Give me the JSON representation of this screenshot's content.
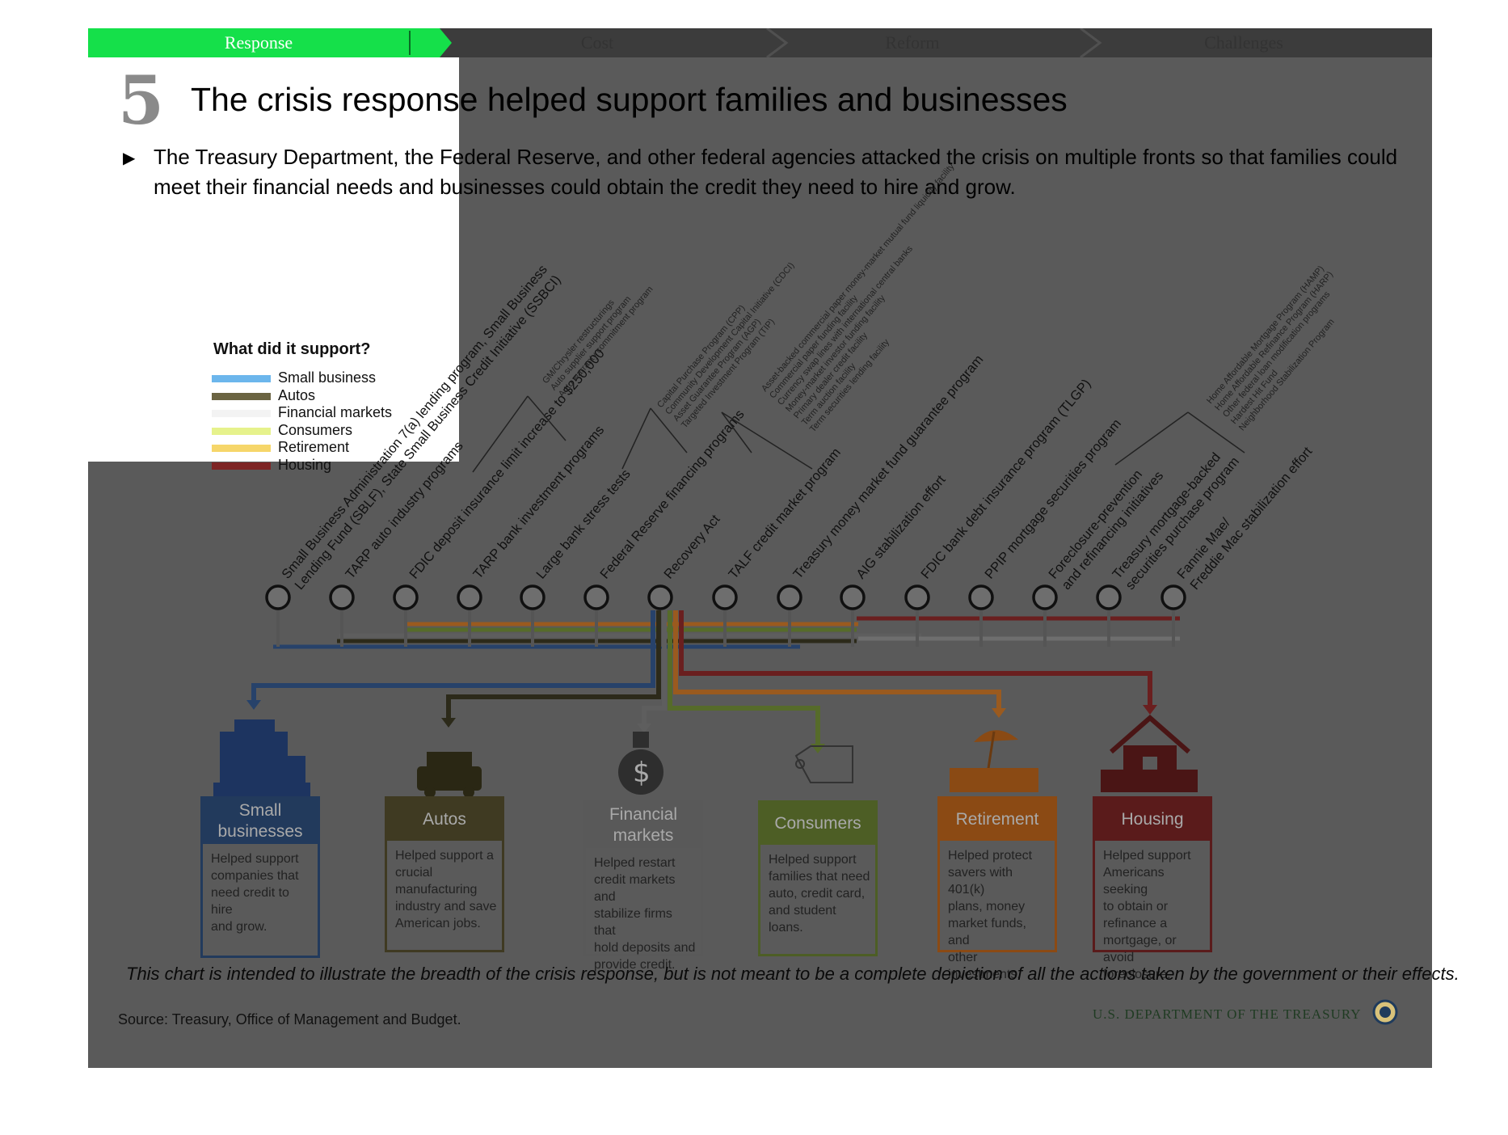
{
  "nav": {
    "tabs": [
      {
        "label": "Response",
        "active": true
      },
      {
        "label": "Cost",
        "active": false
      },
      {
        "label": "Reform",
        "active": false
      },
      {
        "label": "Challenges",
        "active": false
      }
    ],
    "active_color": "#15e04a"
  },
  "header": {
    "step_number": "5",
    "title": "The crisis response helped support families and businesses",
    "bullet": "The Treasury Department, the Federal Reserve, and other federal agencies attacked the crisis on multiple fronts so that families could meet their financial needs and businesses could obtain the credit they need to hire and grow."
  },
  "legend": {
    "title": "What did it support?",
    "items": [
      {
        "label": "Small business",
        "color": "#6cb6ec"
      },
      {
        "label": "Autos",
        "color": "#6b6442"
      },
      {
        "label": "Financial markets",
        "color": "#f3f3f3"
      },
      {
        "label": "Consumers",
        "color": "#e6f28c"
      },
      {
        "label": "Retirement",
        "color": "#f6d66a"
      },
      {
        "label": "Housing",
        "color": "#7d2424"
      }
    ]
  },
  "programs": [
    {
      "label": [
        "Small Business Administration 7(a) lending program, Small Business",
        "Lending Fund (SBLF), State Small Business Credit Initiative (SSBCI)"
      ]
    },
    {
      "label": [
        "TARP auto industry programs"
      ]
    },
    {
      "label": [
        "FDIC deposit insurance limit increase to $250,000"
      ]
    },
    {
      "label": [
        "TARP bank investment programs"
      ]
    },
    {
      "label": [
        "Large bank stress tests"
      ]
    },
    {
      "label": [
        "Federal Reserve financing programs"
      ]
    },
    {
      "label": [
        "Recovery Act"
      ]
    },
    {
      "label": [
        "TALF credit market program"
      ]
    },
    {
      "label": [
        "Treasury money market fund guarantee program"
      ]
    },
    {
      "label": [
        "AIG stabilization effort"
      ]
    },
    {
      "label": [
        "FDIC bank debt insurance program (TLGP)"
      ]
    },
    {
      "label": [
        "PPIP mortgage securities program"
      ]
    },
    {
      "label": [
        "Foreclosure-prevention",
        "and refinancing initiatives"
      ]
    },
    {
      "label": [
        "Treasury mortgage-backed",
        "securities purchase program"
      ]
    },
    {
      "label": [
        "Fannie Mae/",
        "Freddie Mac stabilization effort"
      ]
    }
  ],
  "sub_programs": {
    "auto": [
      "GM/Chrysler restructurings",
      "Auto supplier support program",
      "Auto warranty commitment program"
    ],
    "tarp_bank": [
      "Capital Purchase Program (CPP)",
      "Community Development Capital Initiative (CDCI)",
      "Asset Guarantee Program (AGP)",
      "Targeted Investment Program (TIP)"
    ],
    "fed": [
      "Asset-backed commercial paper money-market mutual fund liquidity facility",
      "Commercial paper funding facility",
      "Currency swap lines with international central banks",
      "Money-market investor funding facility",
      "Primary dealer credit facility",
      "Term auction facility",
      "Term securities lending facility"
    ],
    "housing": [
      "Home Affordable Mortgage Program (HAMP)",
      "Home Affordable Refinance Program (HARP)",
      "Other federal loan modification programs",
      "Hardest Hit Fund",
      "Neighborhood Stabilization Program"
    ]
  },
  "outcomes": [
    {
      "head": [
        "Small",
        "businesses"
      ],
      "desc": [
        "Helped support",
        "companies that",
        "need credit to hire",
        "and grow."
      ],
      "color": "#223a5c",
      "icon": "cash-register-icon"
    },
    {
      "head": [
        "Autos"
      ],
      "desc": [
        "Helped support a",
        "crucial",
        "manufacturing",
        "industry and save",
        "American jobs."
      ],
      "color": "#3f3a22",
      "icon": "car-icon"
    },
    {
      "head": [
        "Financial",
        "markets"
      ],
      "desc": [
        "Helped restart",
        "credit markets and",
        "stabilize firms that",
        "hold deposits and",
        "provide credit."
      ],
      "color": "#595959",
      "icon": "money-bag-icon"
    },
    {
      "head": [
        "Consumers"
      ],
      "desc": [
        "Helped support",
        "families that need",
        "auto, credit card,",
        "and student loans."
      ],
      "color": "#4d5e25",
      "icon": "price-tag-icon"
    },
    {
      "head": [
        "Retirement"
      ],
      "desc": [
        "Helped protect",
        "savers with 401(k)",
        "plans, money",
        "market funds, and",
        "other investments."
      ],
      "color": "#8b4a14",
      "icon": "beach-umbrella-icon"
    },
    {
      "head": [
        "Housing"
      ],
      "desc": [
        "Helped support",
        "Americans seeking",
        "to obtain or",
        "refinance a",
        "mortgage, or",
        "avoid foreclosure."
      ],
      "color": "#5a1b1b",
      "icon": "house-icon"
    }
  ],
  "footer": {
    "note": "This chart is intended to illustrate the breadth of the crisis response, but is not meant to be a complete depiction of all the actions taken by the government or their effects.",
    "source": "Source: Treasury, Office of Management and Budget.",
    "brand": "U.S. DEPARTMENT OF THE TREASURY"
  }
}
